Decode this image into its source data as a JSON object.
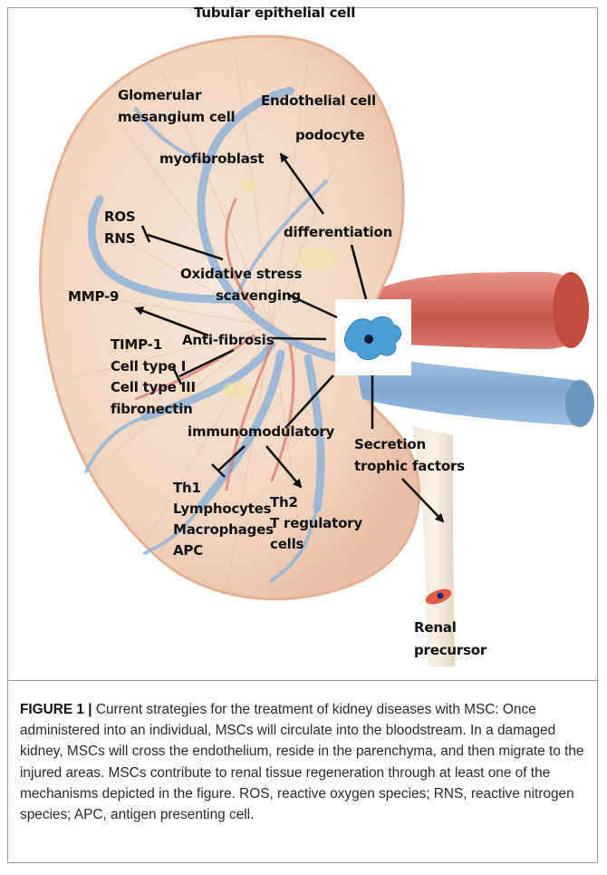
{
  "figure": {
    "labels": {
      "tubular": "Tubular epithelial cell",
      "glomerular_1": "Glomerular",
      "glomerular_2": "mesangium cell",
      "endothelial": "Endothelial cell",
      "podocyte": "podocyte",
      "myofibroblast": "myofibroblast",
      "ros": "ROS",
      "rns": "RNS",
      "differentiation": "differentiation",
      "oxidative_1": "Oxidative stress",
      "oxidative_2": "scavenging",
      "mmp9": "MMP-9",
      "antifibrosis": "Anti-fibrosis",
      "timp1": "TIMP-1",
      "cell_type_1": "Cell type I",
      "cell_type_3": "Cell type III",
      "fibronectin": "fibronectin",
      "immunomodulatory": "immunomodulatory",
      "secretion_1": "Secretion",
      "secretion_2": "trophic factors",
      "th1": "Th1",
      "lymphocytes": "Lymphocytes",
      "macrophages": "Macrophages",
      "apc": "APC",
      "th2": "Th2",
      "treg_1": "T regulatory",
      "treg_2": "cells",
      "renal_1": "Renal",
      "renal_2": "precursor"
    },
    "colors": {
      "kidney_cortex": "#f3dccb",
      "kidney_outline": "#e6b79e",
      "vessel_blue": "#8fb4d9",
      "artery_red": "#d9756a",
      "msc_cell": "#4a9fd8",
      "renal_precursor_cell": "#e05a4a"
    }
  },
  "caption": {
    "figure_label": "FIGURE 1 |",
    "text": " Current strategies for the treatment of kidney diseases with MSC: Once administered into an individual, MSCs will circulate into the bloodstream. In a damaged kidney, MSCs will cross the endothelium, reside in the parenchyma, and then migrate to the injured areas. MSCs contribute to renal tissue regeneration through at least one of the mechanisms depicted in the figure. ROS, reactive oxygen species; RNS, reactive nitrogen species; APC, antigen presenting cell."
  }
}
